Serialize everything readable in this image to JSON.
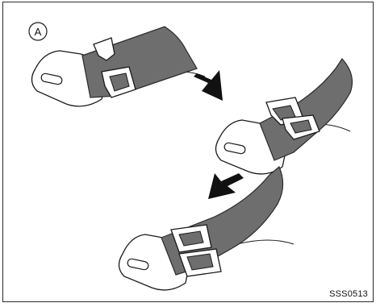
{
  "figure": {
    "step_label": "A",
    "image_code": "SSS0513"
  },
  "colors": {
    "strap": "#6e6e6e",
    "strap_edge": "#2a2a2a",
    "tongue_fill": "#ffffff",
    "outline": "#1a1a1a",
    "arrow": "#111111",
    "border": "#2b2b2b"
  },
  "steps": [
    {
      "name": "step-1",
      "description_visible": false
    },
    {
      "name": "step-2",
      "description_visible": false
    },
    {
      "name": "step-3",
      "description_visible": false
    }
  ]
}
